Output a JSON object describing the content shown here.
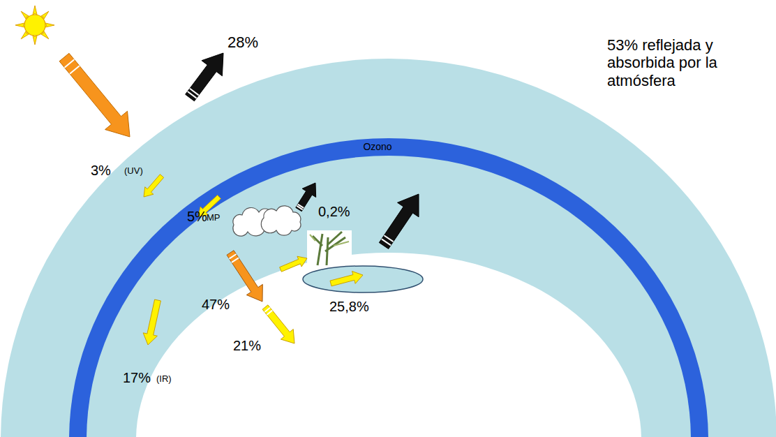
{
  "diagram": {
    "nodes": [
      {
        "text": [
          "Ozono"
        ]
      }
    ],
    "labels": [
      "28%",
      "53% reflejada y absorbida por la atmósfera",
      "3%",
      "(UV)",
      "5%",
      "MP",
      "0,2%",
      "47%",
      "21%",
      "25,8%",
      "17%",
      "(IR)"
    ]
  }
}
